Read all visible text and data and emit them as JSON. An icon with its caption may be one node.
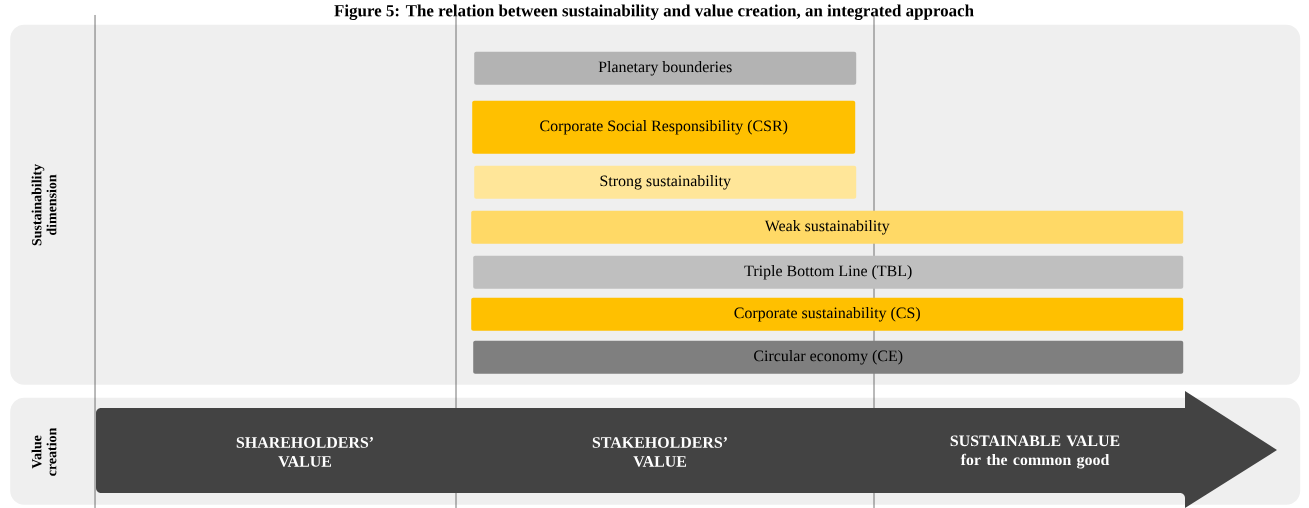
{
  "diagram": {
    "title": "Figure 5: The relation between sustainability and value creation, an integrated approach",
    "nodes": [
      {
        "text": [
          "Sustainability dimension"
        ]
      },
      {
        "text": [
          "Value creation"
        ]
      },
      {
        "text": [
          "Planetary bounderies"
        ],
        "in": 0
      },
      {
        "text": [
          "Corporate Social Responsibility (CSR)"
        ],
        "in": 0
      },
      {
        "text": [
          "Strong sustainability"
        ],
        "in": 0
      },
      {
        "text": [
          "Weak sustainability"
        ],
        "in": 0
      },
      {
        "text": [
          "Triple Bottom Line (TBL)"
        ],
        "in": 0
      },
      {
        "text": [
          "Corporate sustainability (CS)"
        ],
        "in": 0
      },
      {
        "text": [
          "Circular economy (CE)"
        ],
        "in": 0
      },
      {
        "text": [
          "SHAREHOLDERS’ VALUE",
          "STAKEHOLDERS’ VALUE",
          "SUSTAINABLE VALUE for the common good"
        ],
        "in": 1
      }
    ]
  }
}
